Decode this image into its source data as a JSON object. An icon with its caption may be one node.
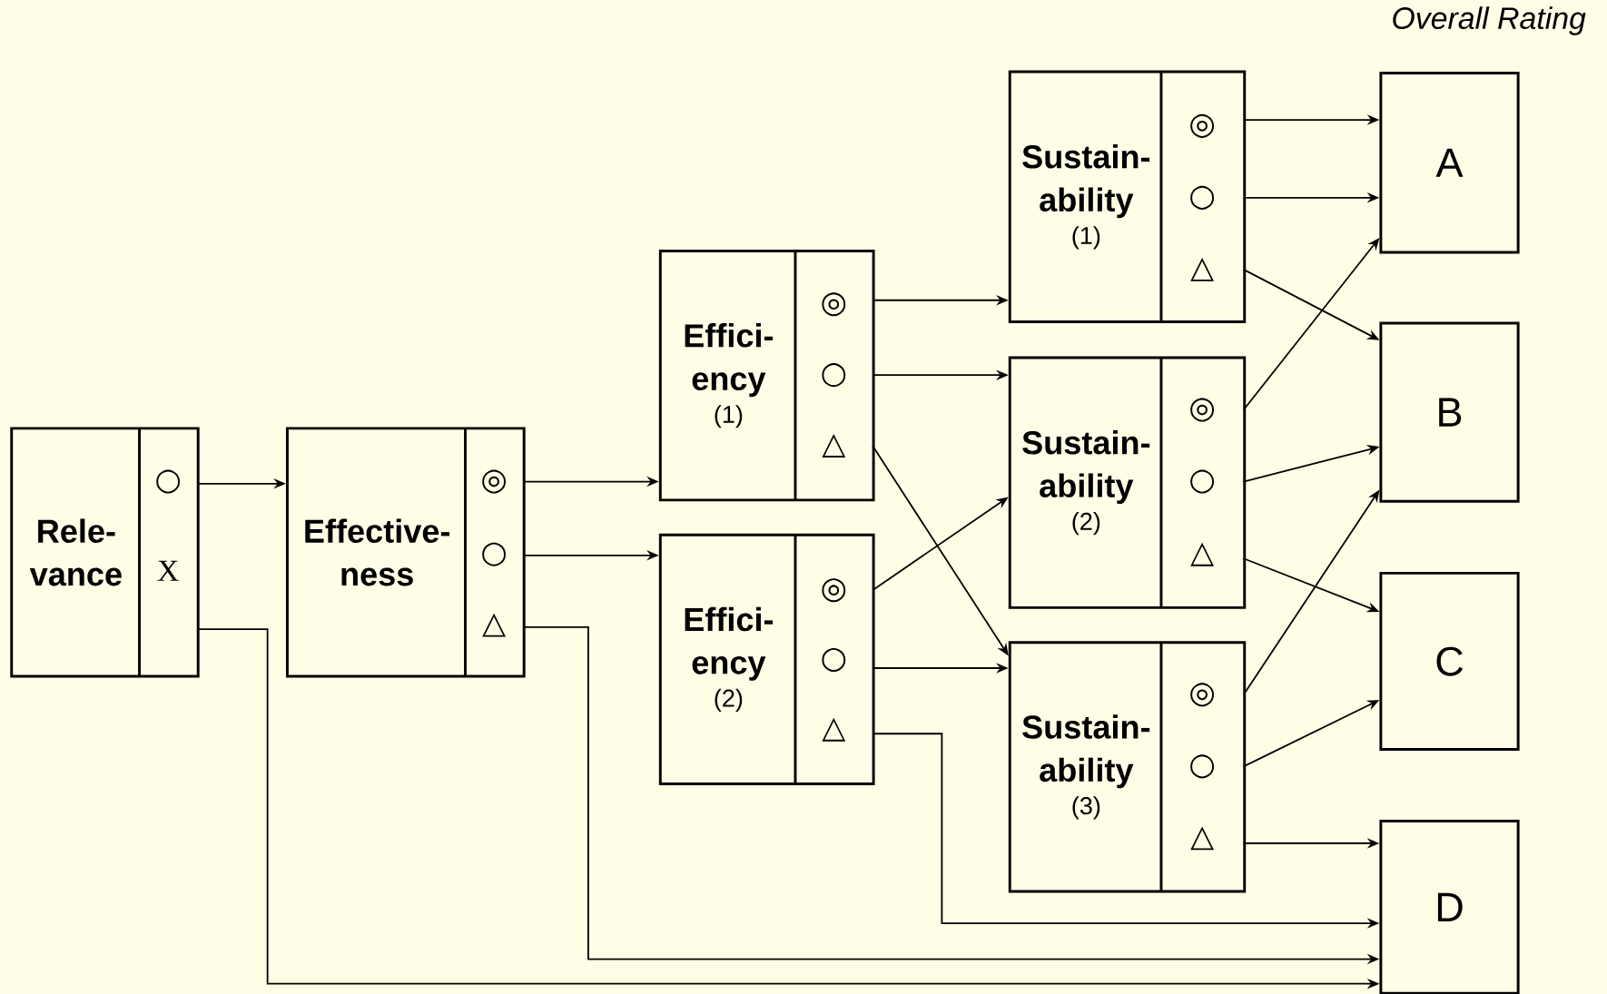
{
  "diagram": {
    "nodes": [
      {
        "text": [
          "Rele- vance"
        ]
      },
      {
        "text": [
          "○"
        ],
        "in": 0
      },
      {
        "text": [
          "X"
        ],
        "in": 0
      },
      {
        "text": [
          "Effective- ness"
        ]
      },
      {
        "text": [
          "◎"
        ],
        "in": 3
      },
      {
        "text": [
          "○"
        ],
        "in": 3
      },
      {
        "text": [
          "△"
        ],
        "in": 3
      },
      {
        "text": [
          "Effici- ency",
          "(1)"
        ]
      },
      {
        "text": [
          "◎"
        ],
        "in": 7
      },
      {
        "text": [
          "○"
        ],
        "in": 7
      },
      {
        "text": [
          "△"
        ],
        "in": 7
      },
      {
        "text": [
          "Effici- ency",
          "(2)"
        ]
      },
      {
        "text": [
          "◎"
        ],
        "in": 11
      },
      {
        "text": [
          "○"
        ],
        "in": 11
      },
      {
        "text": [
          "△"
        ],
        "in": 11
      },
      {
        "text": [
          "Sustain- ability",
          "(1)"
        ]
      },
      {
        "text": [
          "◎"
        ],
        "in": 15
      },
      {
        "text": [
          "○"
        ],
        "in": 15
      },
      {
        "text": [
          "△"
        ],
        "in": 15
      },
      {
        "text": [
          "Sustain- ability",
          "(2)"
        ]
      },
      {
        "text": [
          "◎"
        ],
        "in": 19
      },
      {
        "text": [
          "○"
        ],
        "in": 19
      },
      {
        "text": [
          "△"
        ],
        "in": 19
      },
      {
        "text": [
          "Sustain- ability",
          "(3)"
        ]
      },
      {
        "text": [
          "◎"
        ],
        "in": 23
      },
      {
        "text": [
          "○"
        ],
        "in": 23
      },
      {
        "text": [
          "△"
        ],
        "in": 23
      },
      {
        "text": [
          "A"
        ]
      },
      {
        "text": [
          "B"
        ]
      },
      {
        "text": [
          "C"
        ]
      },
      {
        "text": [
          "D"
        ]
      }
    ],
    "edges": [
      {
        "from": 1,
        "to": 3,
        "arrow": "to"
      },
      {
        "from": 2,
        "to": 30,
        "arrow": "to"
      },
      {
        "from": 4,
        "to": 7,
        "arrow": "to"
      },
      {
        "from": 5,
        "to": 11,
        "arrow": "to"
      },
      {
        "from": 6,
        "to": 30,
        "arrow": "to"
      },
      {
        "from": 8,
        "to": 15,
        "arrow": "to"
      },
      {
        "from": 9,
        "to": 19,
        "arrow": "to"
      },
      {
        "from": 10,
        "to": 23,
        "arrow": "to"
      },
      {
        "from": 12,
        "to": 19,
        "arrow": "to"
      },
      {
        "from": 13,
        "to": 23,
        "arrow": "to"
      },
      {
        "from": 14,
        "to": 30,
        "arrow": "to"
      },
      {
        "from": 16,
        "to": 27,
        "arrow": "to"
      },
      {
        "from": 17,
        "to": 27,
        "arrow": "to"
      },
      {
        "from": 18,
        "to": 28,
        "arrow": "to"
      },
      {
        "from": 20,
        "to": 27,
        "arrow": "to"
      },
      {
        "from": 21,
        "to": 28,
        "arrow": "to"
      },
      {
        "from": 22,
        "to": 29,
        "arrow": "to"
      },
      {
        "from": 24,
        "to": 28,
        "arrow": "to"
      },
      {
        "from": 25,
        "to": 29,
        "arrow": "to"
      },
      {
        "from": 26,
        "to": 30,
        "arrow": "to"
      }
    ],
    "labels": [
      "Overall Rating"
    ]
  }
}
